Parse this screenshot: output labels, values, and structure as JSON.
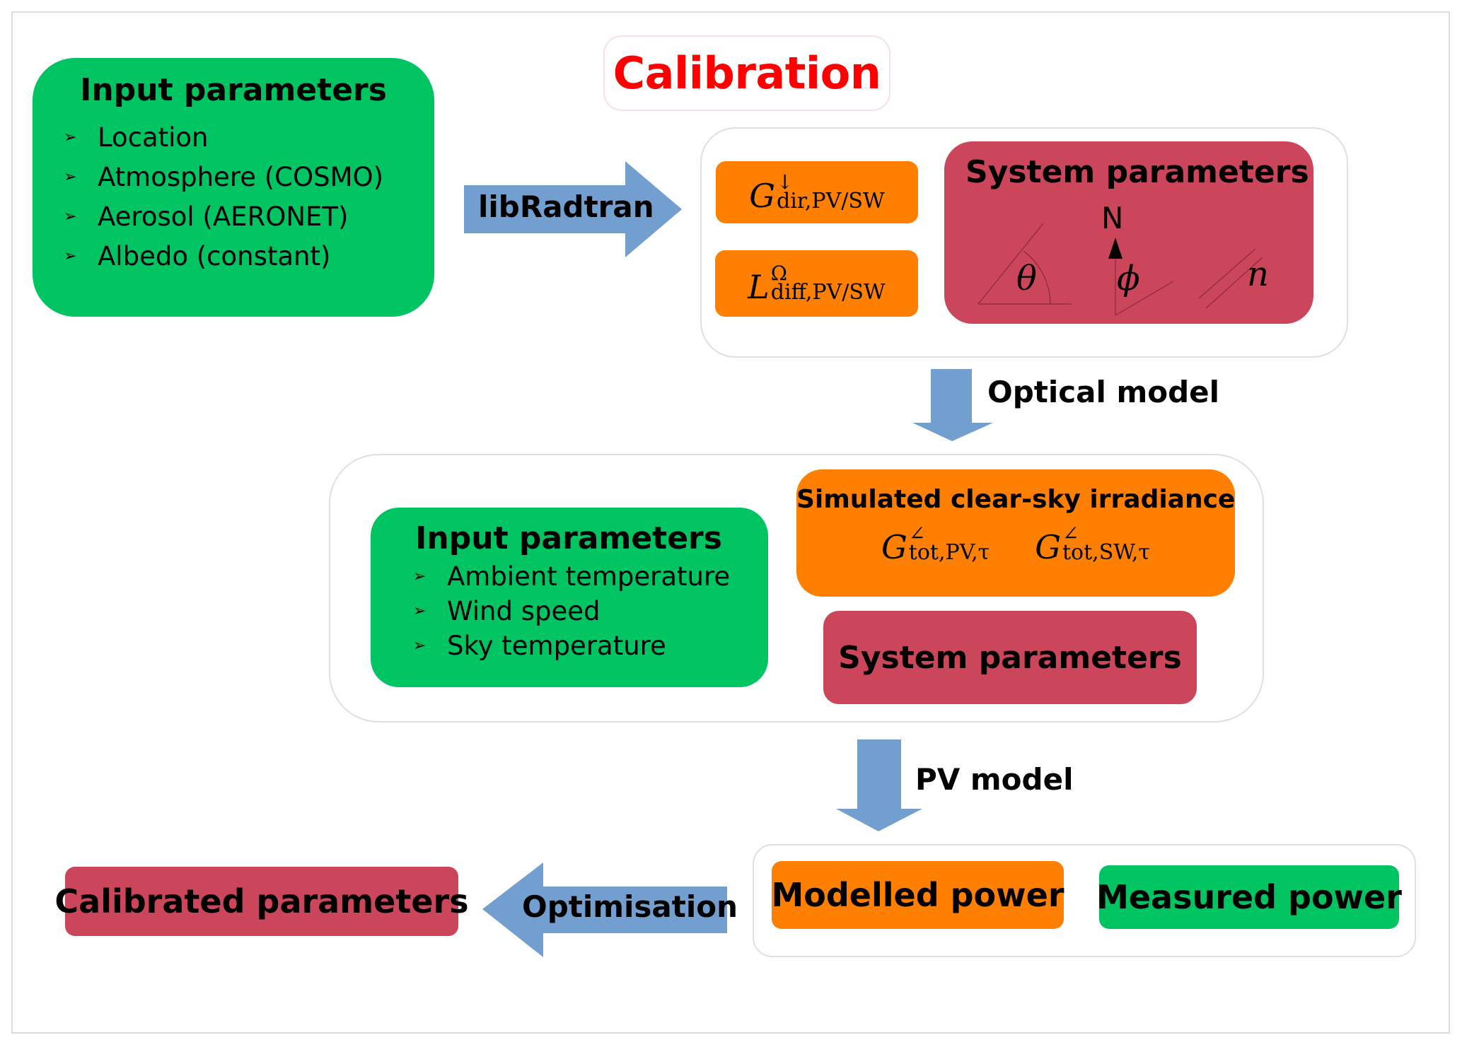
{
  "title": "Calibration",
  "colors": {
    "input_green": "#00c462",
    "irradiance_orange": "#ff7f00",
    "system_red": "#cb465a",
    "arrow_blue": "#729fcf",
    "title_red": "#ff0000"
  },
  "stage1": {
    "input_parameters": {
      "heading": "Input parameters",
      "bullet_icon": "arrowhead-bullet",
      "items": [
        "Location",
        "Atmosphere (COSMO)",
        "Aerosol (AERONET)",
        "Albedo (constant)"
      ]
    },
    "arrow_label": "libRadtran",
    "outputs": {
      "direct_irradiance": {
        "base": "G",
        "sup": "↓",
        "sub": "dir,PV/SW"
      },
      "diffuse_radiance": {
        "base": "L",
        "sup": "Ω",
        "sub": "diff,PV/SW"
      }
    },
    "system_parameters": {
      "heading": "System parameters",
      "north_label": "N",
      "symbols": {
        "tilt": "θ",
        "azimuth": "ϕ",
        "refractive_index": "n"
      }
    }
  },
  "optical_model_label": "Optical model",
  "stage2": {
    "input_parameters": {
      "heading": "Input parameters",
      "items": [
        "Ambient temperature",
        "Wind speed",
        "Sky temperature"
      ]
    },
    "irradiance": {
      "heading": "Simulated clear-sky irradiance",
      "pv": {
        "base": "G",
        "sup": "∠",
        "sub": "tot,PV,τ"
      },
      "sw": {
        "base": "G",
        "sup": "∠",
        "sub": "tot,SW,τ"
      }
    },
    "system_parameters": {
      "heading": "System parameters"
    }
  },
  "pv_model_label": "PV model",
  "stage3": {
    "modelled_power": "Modelled power",
    "measured_power": "Measured power",
    "optimisation_label": "Optimisation",
    "calibrated_parameters": "Calibrated parameters"
  }
}
